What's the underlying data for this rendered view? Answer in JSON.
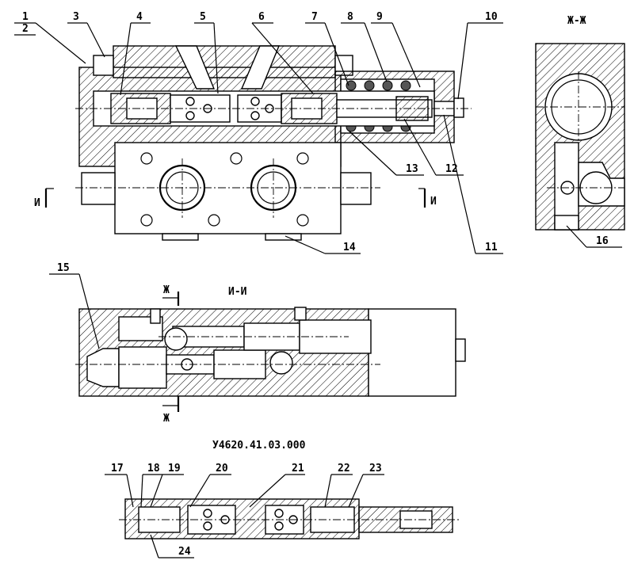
{
  "drawing": {
    "number": "У4620.41.03.000",
    "section_ii": "И-И",
    "section_zhzh": "Ж-Ж",
    "cut_mark_i": "И",
    "cut_mark_zh": "Ж"
  },
  "callouts": {
    "top": [
      "1",
      "2",
      "3",
      "4",
      "5",
      "6",
      "7",
      "8",
      "9",
      "10"
    ],
    "right": [
      "11",
      "12",
      "13",
      "14"
    ],
    "section": [
      "15",
      "16"
    ],
    "bottom": [
      "17",
      "18",
      "19",
      "20",
      "21",
      "22",
      "23",
      "24"
    ]
  }
}
